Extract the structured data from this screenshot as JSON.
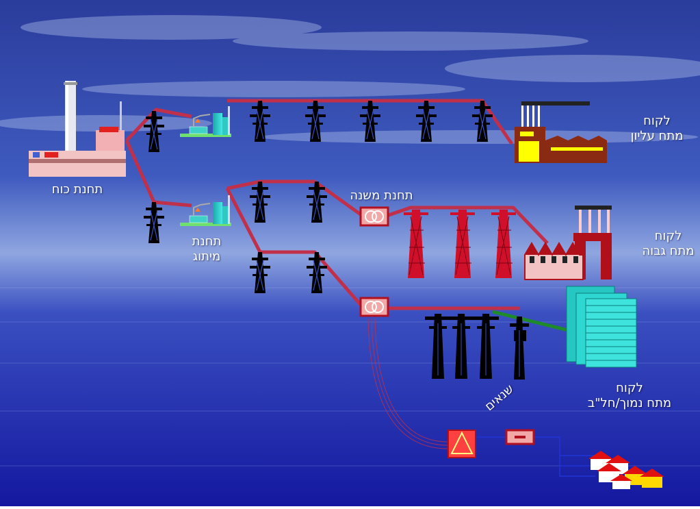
{
  "labels": {
    "power_station": "תחנת כוח",
    "switching_station_line1": "תחנת",
    "switching_station_line2": "מיתוג",
    "substation": "תחנת משנה",
    "customer_extra_high_line1": "לקוח",
    "customer_extra_high_line2": "מתח עליון",
    "customer_high_line1": "לקוח",
    "customer_high_line2": "מתח גבוה",
    "customer_low_line1": "לקוח",
    "customer_low_line2": "מתח נמוך/חל\"ב",
    "transformers": "שנאים"
  },
  "colors": {
    "sky_top": "#1b2d8c",
    "sea_bottom": "#1a1fa0",
    "cloud": "#9fb6e8",
    "power_line": "#c0304a",
    "green_line": "#1f8a2a",
    "blue_line": "#1e35d6",
    "tower": "#000000",
    "red_tower": "#d0102a",
    "building_cyan": "#2fd7d2",
    "factory_yellow": "#ffff00",
    "factory_brown": "#8b2a12",
    "text": "#ffffff"
  }
}
